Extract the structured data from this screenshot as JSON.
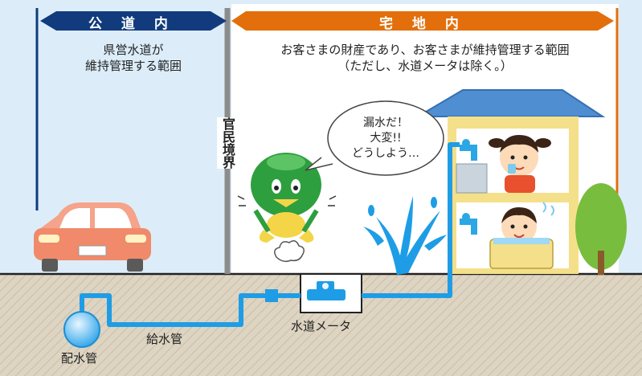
{
  "zones": {
    "public": {
      "banner_label": "公 道 内",
      "description_line1": "県営水道が",
      "description_line2": "維持管理する範囲"
    },
    "private": {
      "banner_label": "宅 地 内",
      "description_line1": "お客さまの財産であり、お客さまが維持管理する範囲",
      "description_line2": "（ただし、水道メータは除く。）"
    }
  },
  "boundary_label": "官民境界",
  "speech_bubble": {
    "line1": "漏水だ！",
    "line2": "大変!!",
    "line3": "どうしよう…"
  },
  "pipe_labels": {
    "distribution_main": "配水管",
    "service_pipe": "給水管",
    "water_meter": "水道メータ"
  },
  "colors": {
    "public_banner": "#123b7e",
    "private_banner": "#e26f0c",
    "pipe": "#1e9de6",
    "sky": "#dcedf9",
    "ground": "#ddd4c2"
  }
}
